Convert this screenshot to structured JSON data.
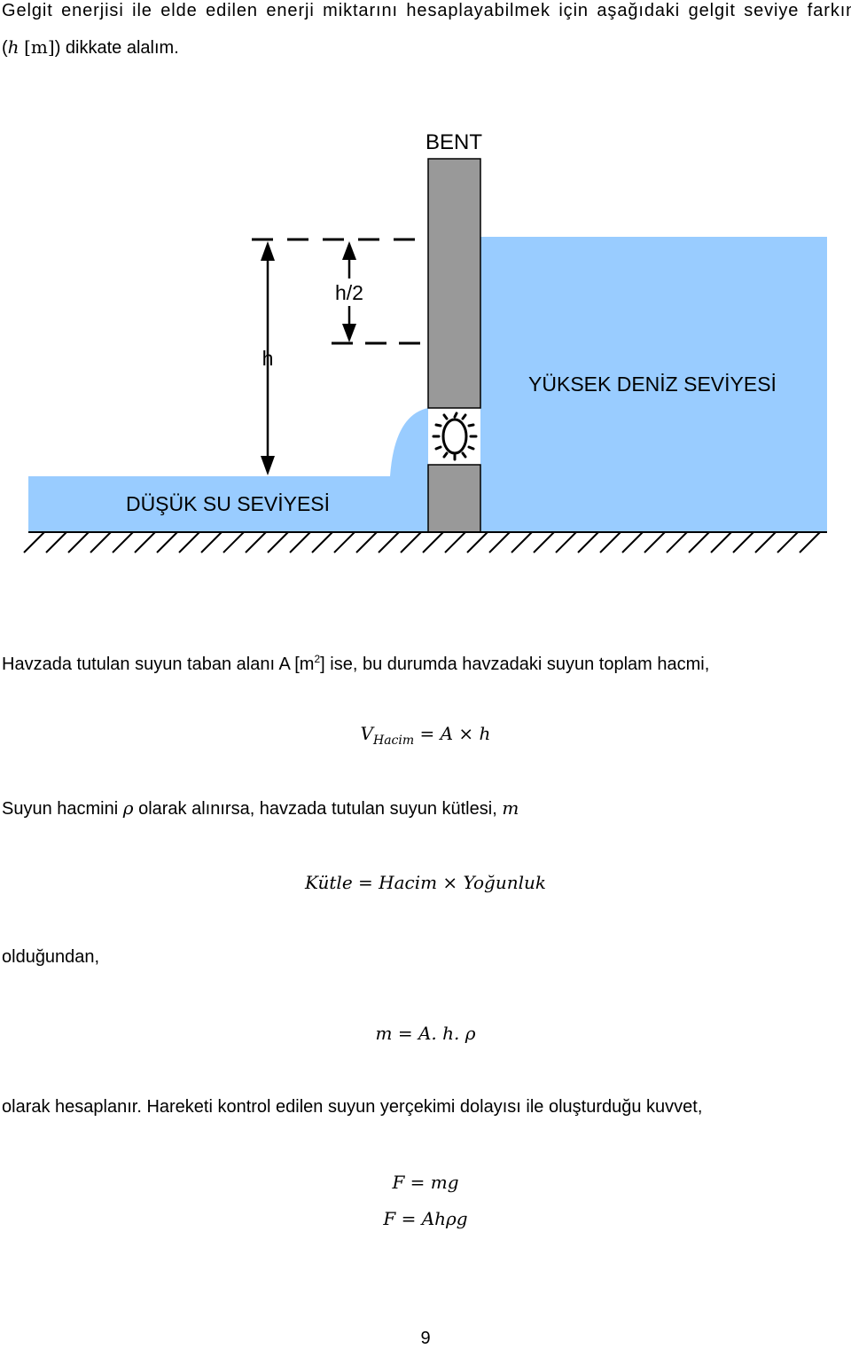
{
  "intro": {
    "line1": "Gelgit enerjisi ile elde edilen enerji miktarını hesaplayabilmek için aşağıdaki gelgit seviye farkını",
    "line2_open": "(",
    "line2_h": "h",
    "line2_m": "[m]",
    "line2_rest": ") dikkate alalım."
  },
  "diagram": {
    "dam_label": "BENT",
    "half_height_label": "h/2",
    "height_label": "h",
    "high_sea_label": "YÜKSEK DENİZ SEVİYESİ",
    "low_water_label": "DÜŞÜK SU SEVİYESİ",
    "colors": {
      "water_high": "#99ccff",
      "water_low": "#99ccff",
      "dam": "#999999",
      "outline": "#000000"
    },
    "icons": {
      "turbine": "turbine-icon",
      "ground": "hatched-ground"
    }
  },
  "text": {
    "p1_before": "Havzada tutulan suyun taban alanı A [m",
    "p1_sup": "2",
    "p1_after": "] ise, bu durumda havzadaki suyun toplam hacmi,",
    "eq1_lhs": "V",
    "eq1_sub": "Hacim",
    "eq1_rhs": "= A × h",
    "p2_before": "Suyun hacmini ",
    "p2_rho": "ρ",
    "p2_middle": " olarak alınırsa, havzada tutulan suyun kütlesi, ",
    "p2_m": "m",
    "eq2": "Kütle = Hacim × Yoğunluk",
    "p3": "olduğundan,",
    "eq3": "m = A. h. ρ",
    "p4": "olarak hesaplanır. Hareketi kontrol edilen suyun yerçekimi dolayısı ile oluşturduğu kuvvet,",
    "eq4": "F = mg",
    "eq5": "F = Ahρg"
  },
  "page_number": "9"
}
